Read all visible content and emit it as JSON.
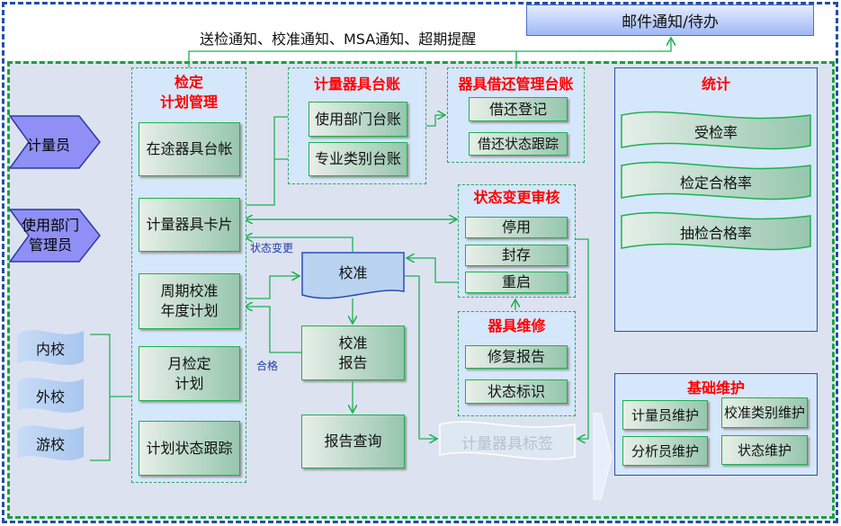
{
  "email_box": "邮件通知/待办",
  "notice_text": "送检通知、校准通知、MSA通知、超期提醒",
  "roles": [
    "计量员",
    "使用部门\n管理员"
  ],
  "plan": {
    "title_line1": "检定",
    "title_line2": "计划管理",
    "items": [
      "在途器具台帐",
      "计量器具卡片",
      "周期校准\n年度计划",
      "月检定\n计划",
      "计划状态跟踪"
    ]
  },
  "ledger": {
    "title": "计量器具台账",
    "items": [
      "使用部门台账",
      "专业类别台账"
    ]
  },
  "borrow": {
    "title": "器具借还管理台账",
    "items": [
      "借还登记",
      "借还状态跟踪"
    ]
  },
  "stats": {
    "title": "统计",
    "items": [
      "受检率",
      "检定合格率",
      "抽检合格率"
    ]
  },
  "status_review": {
    "title": "状态变更审核",
    "items": [
      "停用",
      "封存",
      "重启"
    ]
  },
  "repair": {
    "title": "器具维修",
    "items": [
      "修复报告",
      "状态标识"
    ]
  },
  "calibration": {
    "doc": "校准",
    "report": "校准\n报告",
    "query": "报告查询",
    "label": "计量器具标签"
  },
  "school_types": [
    "内校",
    "外校",
    "游校"
  ],
  "edge_labels": {
    "status_change": "状态变更",
    "pass": "合格"
  },
  "basic": {
    "title": "基础维护",
    "items": [
      "计量员维护",
      "校准类别维护",
      "分析员维护",
      "状态维护"
    ]
  },
  "colors": {
    "title_red": "#ff0000",
    "line_green": "#1db150",
    "border_blue": "#1f4fa8"
  }
}
